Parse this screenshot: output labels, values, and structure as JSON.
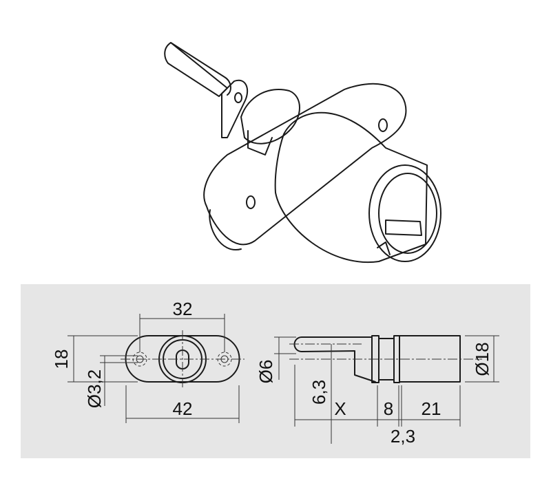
{
  "drawing": {
    "front_view": {
      "width_hole_spacing": "32",
      "overall_length": "42",
      "height": "18",
      "hole_diameter": "Ø3,2"
    },
    "side_view": {
      "pin_diameter": "Ø6",
      "pin_offset": "6,3",
      "variable_length": "X",
      "collar_length": "8",
      "body_length": "21",
      "flange_thickness": "2,3",
      "body_diameter": "Ø18"
    },
    "colors": {
      "panel": "#e6e6e6",
      "line": "#1a1a1a"
    }
  }
}
